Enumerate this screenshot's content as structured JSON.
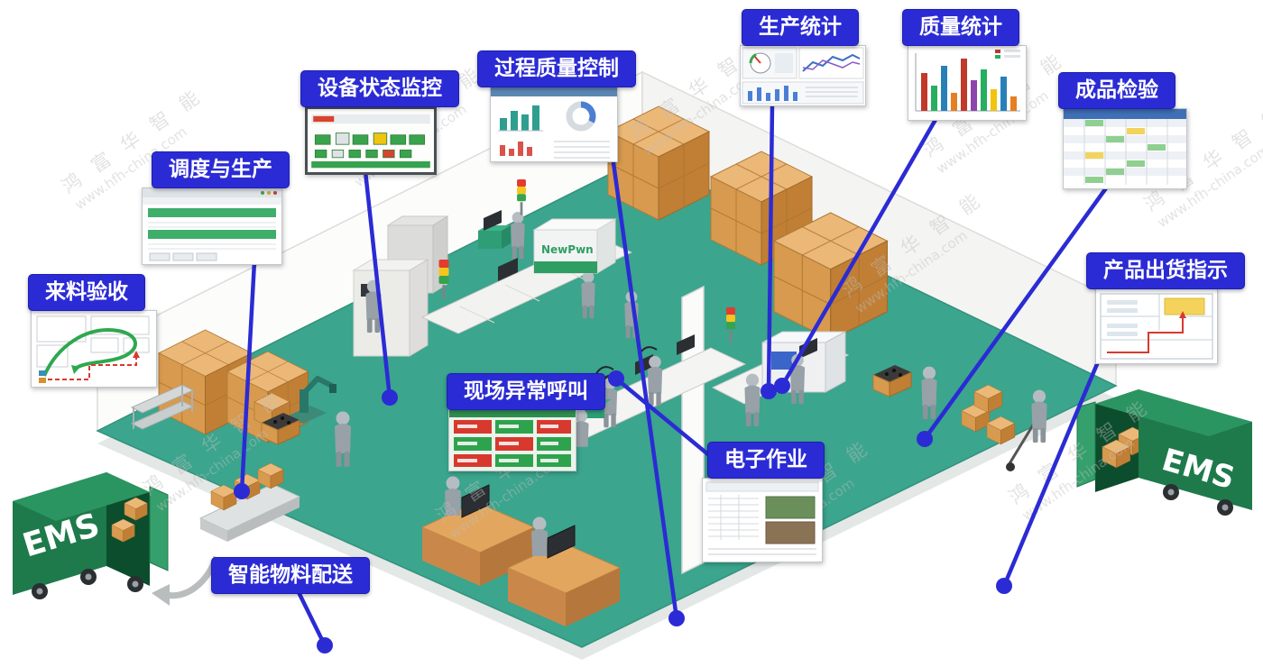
{
  "watermark": {
    "line1": "鸿 富 华 智 能",
    "line2": "www.hfh-china.com"
  },
  "scene": {
    "truck_label": "EMS",
    "machine_label": "NewPwn"
  },
  "colors": {
    "callout_blue": "#2b2bd5",
    "floor_green": "#3ba58d",
    "wall_gray": "#f4f4f2",
    "box_tan": "#d79a4e",
    "truck_green": "#1e7a4b",
    "andon_red": "#d8392e",
    "andon_green": "#2fa24e"
  },
  "callouts": [
    {
      "id": "incoming-inspection",
      "label": "来料验收"
    },
    {
      "id": "scheduling-production",
      "label": "调度与生产"
    },
    {
      "id": "equipment-status-monitoring",
      "label": "设备状态监控"
    },
    {
      "id": "process-quality-control",
      "label": "过程质量控制"
    },
    {
      "id": "production-statistics",
      "label": "生产统计"
    },
    {
      "id": "quality-statistics",
      "label": "质量统计"
    },
    {
      "id": "finished-product-inspection",
      "label": "成品检验"
    },
    {
      "id": "product-shipment-instruction",
      "label": "产品出货指示"
    },
    {
      "id": "electronic-work-instruction",
      "label": "电子作业"
    },
    {
      "id": "onsite-abnormal-call",
      "label": "现场异常呼叫"
    },
    {
      "id": "smart-material-delivery",
      "label": "智能物料配送"
    }
  ]
}
